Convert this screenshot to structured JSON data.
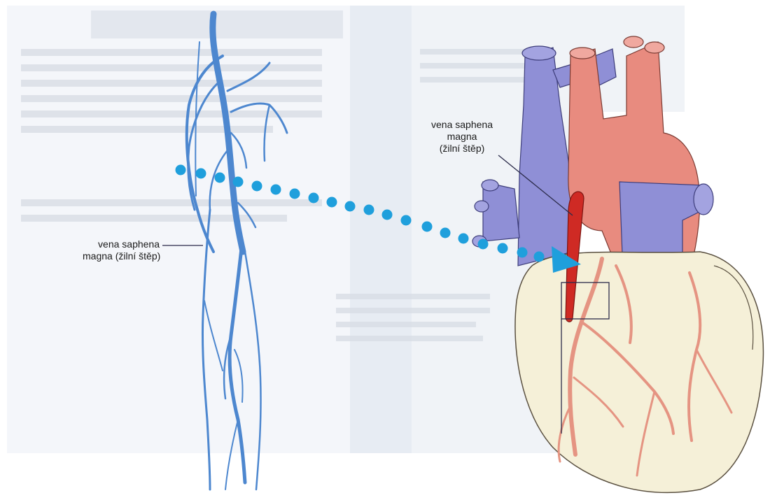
{
  "labels": {
    "leg_label_line1": "vena saphena",
    "leg_label_line2": "magna (žilní štěp)",
    "heart_label_line1": "vena saphena",
    "heart_label_line2": "magna",
    "heart_label_line3": "(žilní štěp)"
  },
  "colors": {
    "vein": "#4d87cf",
    "dots": "#1f9fdc",
    "graft": "#cf2a24",
    "aorta": "#e88b7f",
    "vena_cava": "#8f8fd6",
    "heart_wall": "#f5f0d8",
    "coronary": "#e59482",
    "page_background": "#f7f8fa"
  },
  "icons": {
    "arrow": "arrowhead-icon"
  }
}
